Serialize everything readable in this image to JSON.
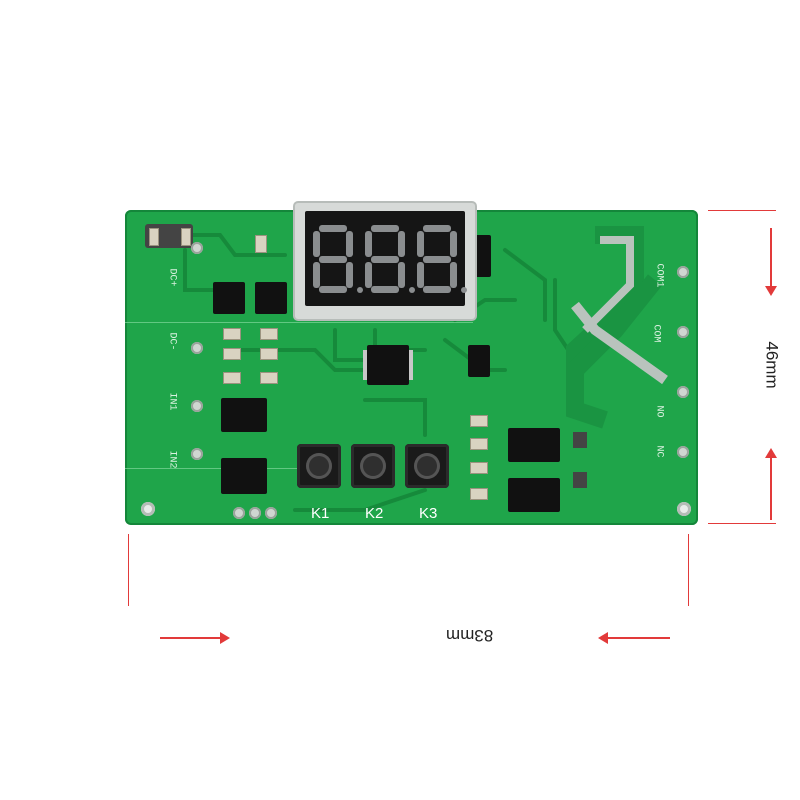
{
  "board": {
    "silk_labels": {
      "dc_plus": "DC+",
      "dc_minus": "DC-",
      "in1": "IN1",
      "in2": "IN2",
      "com1": "COM1",
      "com2": "COM",
      "no1": "NO",
      "nc": "NC"
    },
    "buttons": [
      "K1",
      "K2",
      "K3"
    ],
    "display_digits": [
      "8.",
      "8.",
      "8."
    ]
  },
  "dimensions": {
    "height_label": "46mm",
    "width_label": "83mm"
  },
  "colors": {
    "pcb": "#1fa54a",
    "dimension": "#e23a3a"
  }
}
